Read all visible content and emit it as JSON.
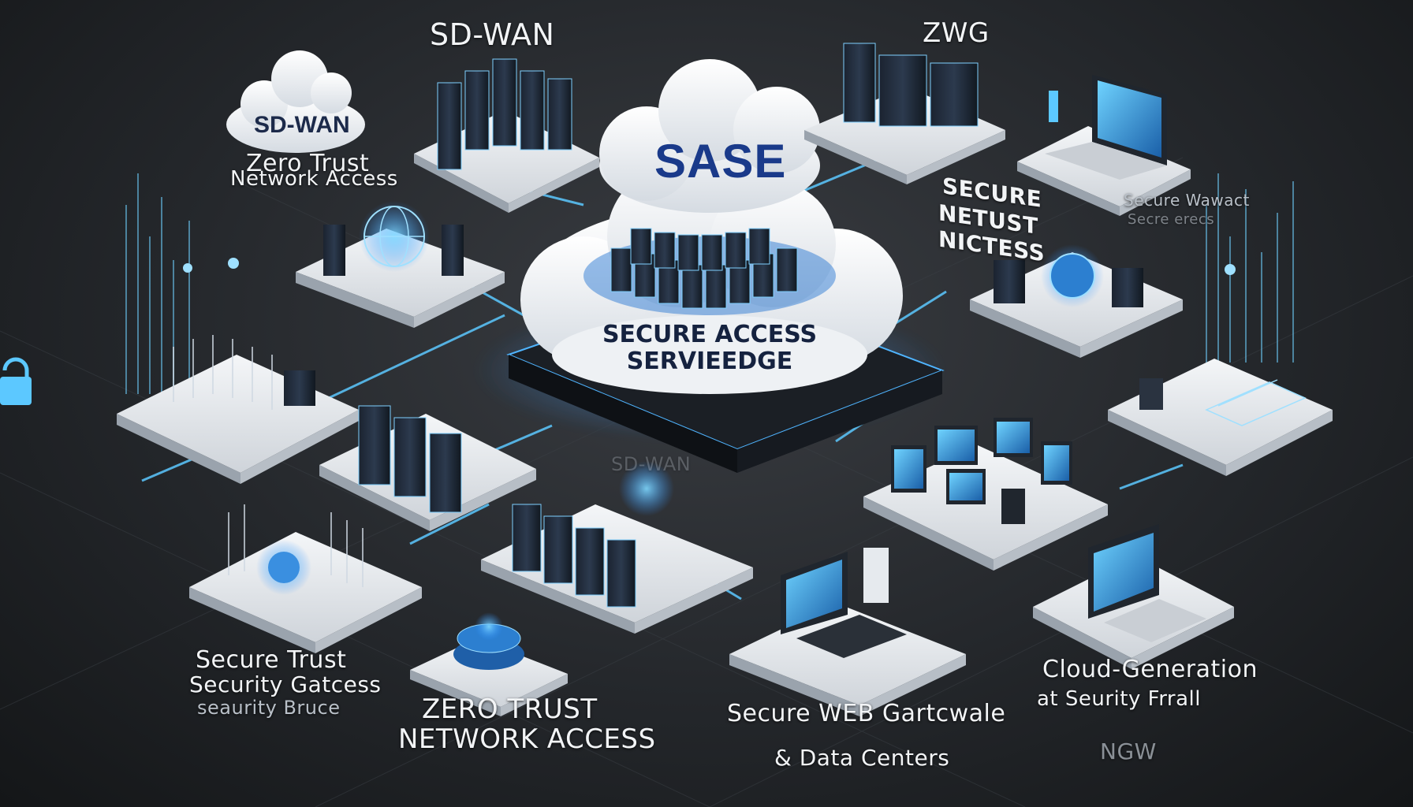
{
  "center": {
    "cloud_title": "SASE",
    "cloud_subtitle_line1": "SECURE ACCESS",
    "cloud_subtitle_line2": "SERVIEEDGE"
  },
  "badge": {
    "sd_wan": "SD-WAN"
  },
  "labels": {
    "top_sd_wan": "SD-WAN",
    "top_zwg": "ZWG",
    "ztna_line1": "Zero Trust",
    "ztna_line2": "Network Access",
    "secure_netust_line1": "SECURE",
    "secure_netust_line2": "NETUST",
    "secure_netust_line3": "NICTESS",
    "secure_wawact_line1": "Secure Wawact",
    "secure_wawact_line2": "Secre erecs",
    "faint_sd_wan": "SD-WAN",
    "secure_trust_line1": "Secure Trust",
    "secure_trust_line2": "Security Gatcess",
    "secure_trust_line3": "seaurity  Bruce",
    "bottom_ztna_line1": "ZERO TRUST",
    "bottom_ztna_line2": "NETWORK ACCESS",
    "secure_web": "Secure WEB Gartcwale",
    "data_centers": "&  Data Centers",
    "cloud_gen_line1": "Cloud-Generation",
    "cloud_gen_line2": "at Seurity Frrall",
    "ngw": "NGW"
  },
  "colors": {
    "background": "#24272b",
    "glow": "#4fc3ff",
    "platform": "#e9ecef",
    "sase_text": "#1a3a8a"
  },
  "icons": [
    "cloud-icon",
    "server-rack-icon",
    "laptop-icon",
    "monitor-icon",
    "lock-icon",
    "globe-icon"
  ]
}
